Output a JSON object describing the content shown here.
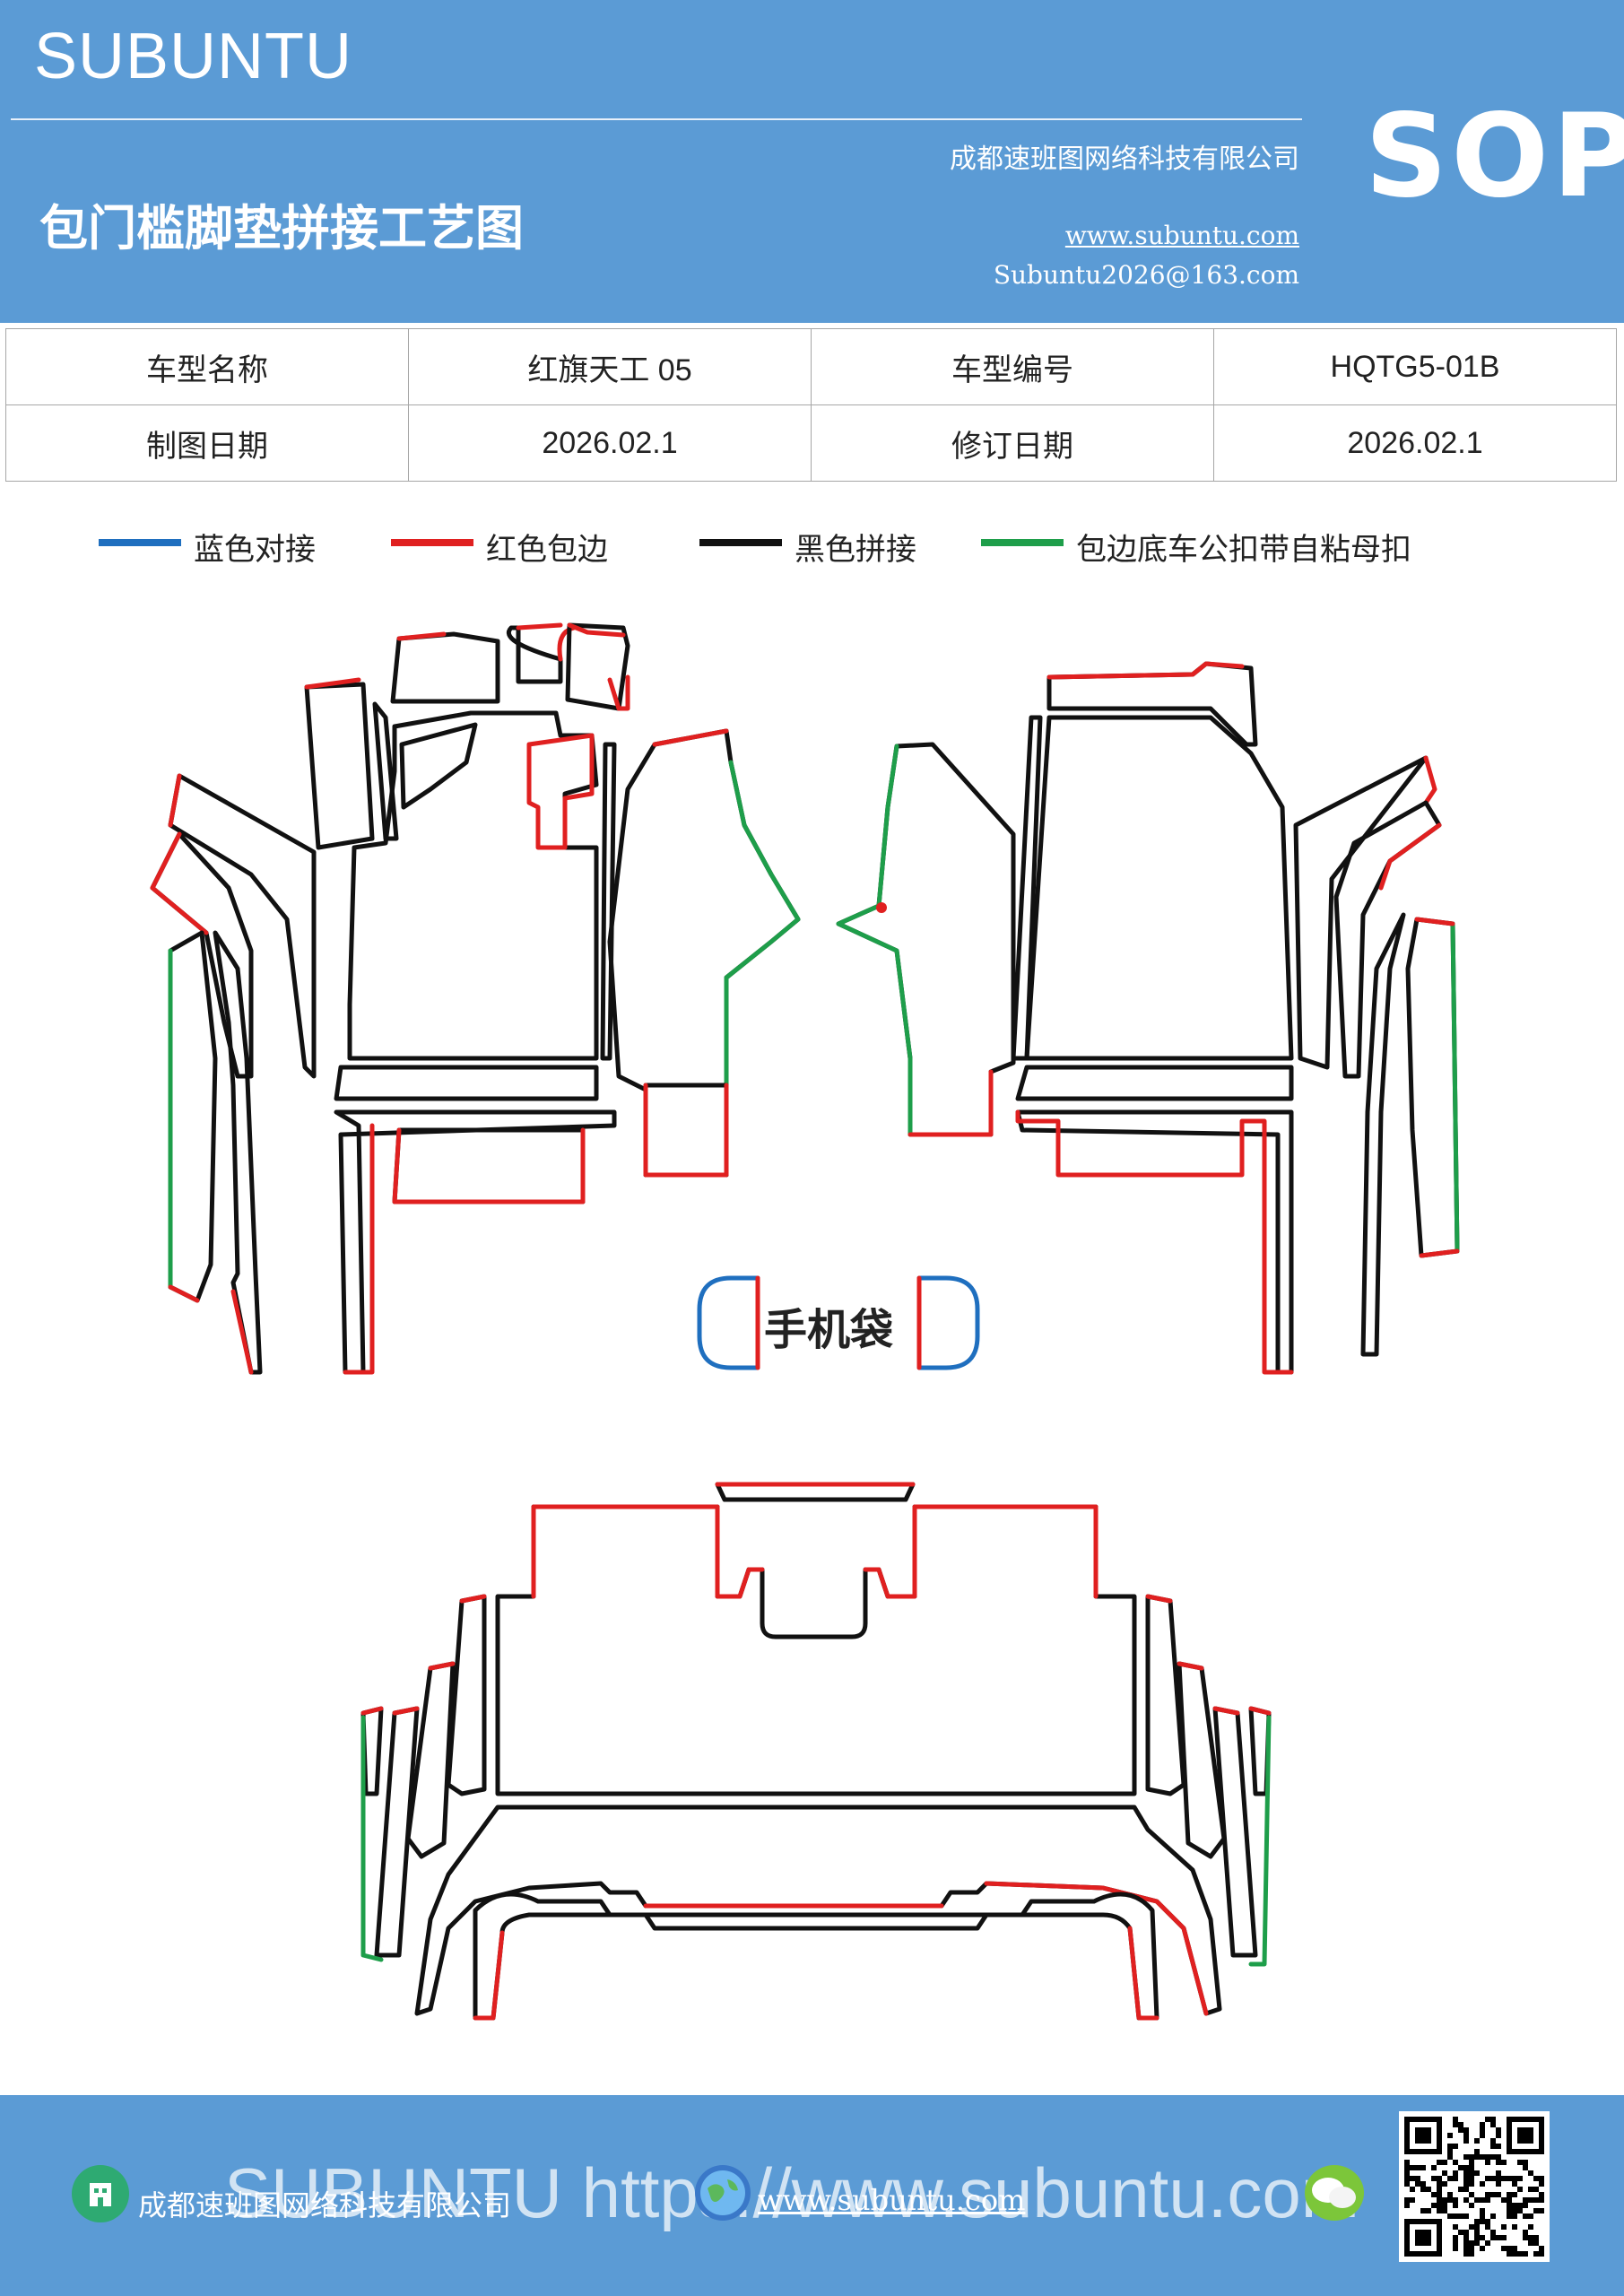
{
  "header": {
    "brand": "SUBUNTU",
    "title": "包门槛脚垫拼接工艺图",
    "company": "成都速班图网络科技有限公司",
    "website": "www.subuntu.com",
    "email": "Subuntu2026@163.com",
    "badge": "SOP"
  },
  "info": {
    "model_name_label": "车型名称",
    "model_name": "红旗天工 05",
    "model_code_label": "车型编号",
    "model_code": "HQTG5-01B",
    "draw_date_label": "制图日期",
    "draw_date": "2026.02.1",
    "revise_date_label": "修订日期",
    "revise_date": "2026.02.1"
  },
  "legend": [
    {
      "label": "蓝色对接",
      "color": "#1f6fbf"
    },
    {
      "label": "红色包边",
      "color": "#e02020"
    },
    {
      "label": "黑色拼接",
      "color": "#111111"
    },
    {
      "label": "包边底车公扣带自粘母扣",
      "color": "#1e9e4a"
    }
  ],
  "diagram": {
    "pouch_label": "手机袋"
  },
  "footer": {
    "watermark": "SUBUNTU https://www.subuntu.com",
    "company": "成都速班图网络科技有限公司",
    "website": "www.subuntu.com",
    "icons": [
      "building-icon",
      "globe-icon",
      "wechat-icon"
    ]
  }
}
